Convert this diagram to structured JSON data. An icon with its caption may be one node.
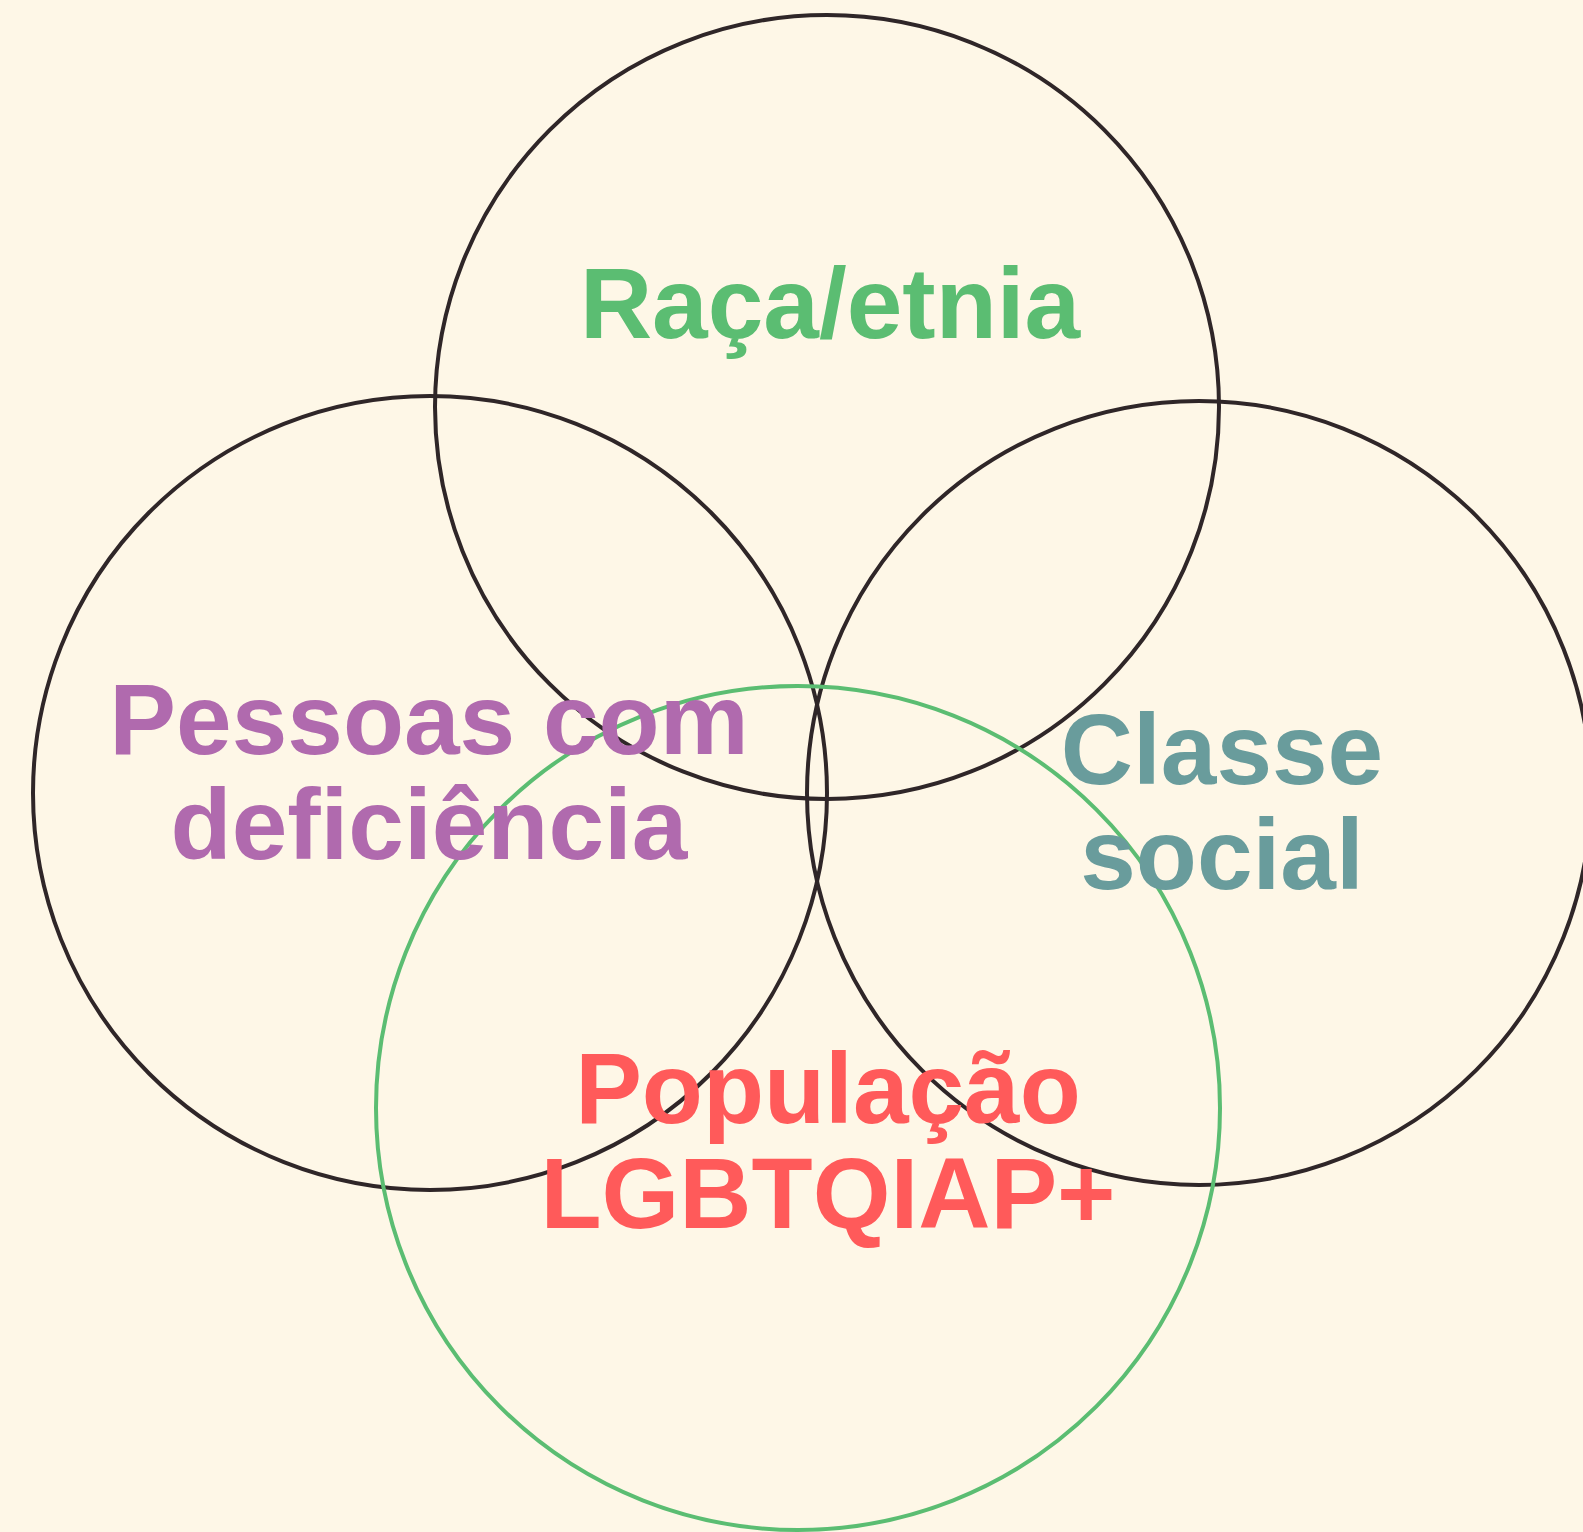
{
  "diagram": {
    "nodes": [
      {
        "text": [
          "Raça/etnia"
        ]
      },
      {
        "text": [
          "Pessoas com deficiência"
        ]
      },
      {
        "text": [
          "Classe social"
        ]
      },
      {
        "text": [
          "População LGBTQIAP+"
        ]
      }
    ]
  }
}
